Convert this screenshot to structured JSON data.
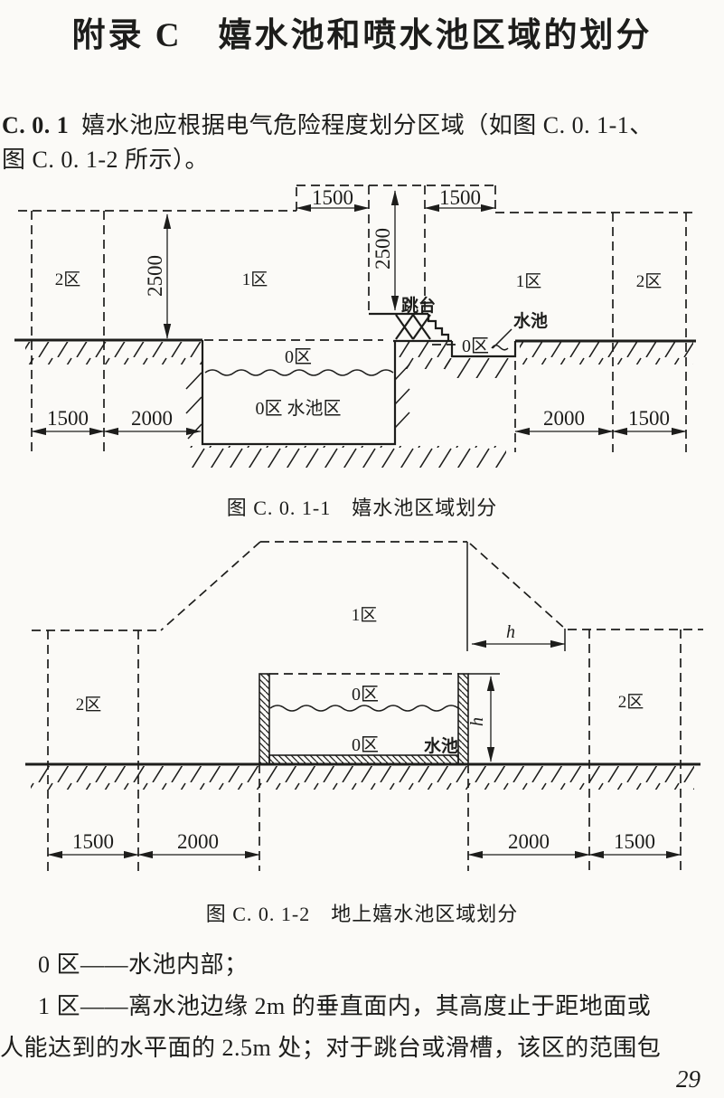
{
  "page": {
    "title": "附录 C　嬉水池和喷水池区域的划分",
    "page_number": "29"
  },
  "clause": {
    "id": "C. 0. 1",
    "line1": "嬉水池应根据电气危险程度划分区域（如图 C. 0. 1-1、",
    "line2": "图 C. 0. 1-2 所示）。"
  },
  "figure1": {
    "caption": "图 C. 0. 1-1　嬉水池区域划分",
    "labels": {
      "zone2_left": "2区",
      "zone1_left": "1区",
      "zone1_right": "1区",
      "zone2_right": "2区",
      "zone0_surface": "0区",
      "zone0_pool": "0区 水池区",
      "zone0_small_pool": "0区",
      "diving_platform": "跳台",
      "pool": "水池"
    },
    "dims": {
      "top_left": "1500",
      "top_right": "1500",
      "height_center": "2500",
      "height_left": "2500",
      "bottom_left_outer": "1500",
      "bottom_left_inner": "2000",
      "bottom_right_inner": "2000",
      "bottom_right_outer": "1500"
    }
  },
  "figure2": {
    "caption": "图 C. 0. 1-2　地上嬉水池区域划分",
    "labels": {
      "zone1": "1区",
      "zone2_left": "2区",
      "zone2_right": "2区",
      "zone0_surface": "0区",
      "zone0_bottom": "0区",
      "pool": "水池"
    },
    "dims": {
      "h_horizontal": "h",
      "h_vertical": "h",
      "bottom_left_outer": "1500",
      "bottom_left_inner": "2000",
      "bottom_right_inner": "2000",
      "bottom_right_outer": "1500"
    }
  },
  "legend": {
    "line1": "0 区——水池内部；",
    "line2": "1 区——离水池边缘 2m 的垂直面内，其高度止于距地面或",
    "line3": "人能达到的水平面的 2.5m 处；对于跳台或滑槽，该区的范围包"
  }
}
